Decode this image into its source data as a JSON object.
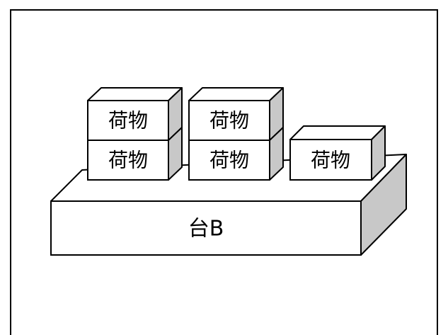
{
  "platform": {
    "label": "台B"
  },
  "boxes": [
    {
      "label": "荷物"
    },
    {
      "label": "荷物"
    },
    {
      "label": "荷物"
    },
    {
      "label": "荷物"
    },
    {
      "label": "荷物"
    }
  ],
  "colors": {
    "front": "#ffffff",
    "top": "#ffffff",
    "side": "#c8c8c8",
    "stroke": "#000000"
  }
}
